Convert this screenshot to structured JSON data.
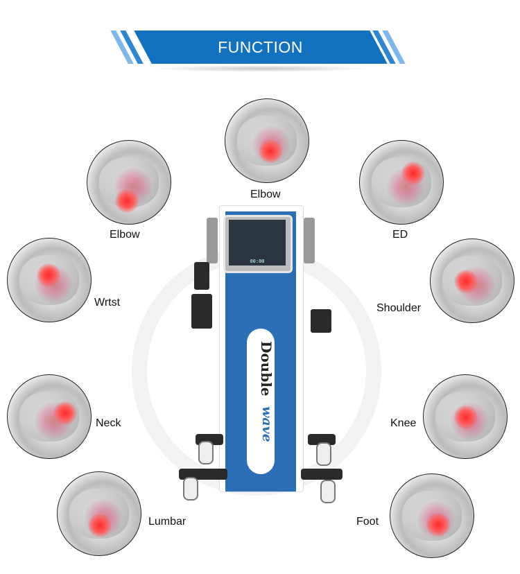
{
  "banner": {
    "title": "FUNCTION",
    "color": "#1272bf",
    "accent": "#7fb8ec"
  },
  "device": {
    "brand_line1": "Double",
    "brand_line2": "wave",
    "screen_timer": "00:00"
  },
  "treatments": [
    {
      "id": "elbow-top",
      "label": "Elbow"
    },
    {
      "id": "elbow-left",
      "label": "Elbow"
    },
    {
      "id": "ed",
      "label": "ED"
    },
    {
      "id": "wrist",
      "label": "Wrtst"
    },
    {
      "id": "shoulder",
      "label": "Shoulder"
    },
    {
      "id": "neck",
      "label": "Neck"
    },
    {
      "id": "knee",
      "label": "Knee"
    },
    {
      "id": "lumbar",
      "label": "Lumbar"
    },
    {
      "id": "foot",
      "label": "Foot"
    }
  ]
}
